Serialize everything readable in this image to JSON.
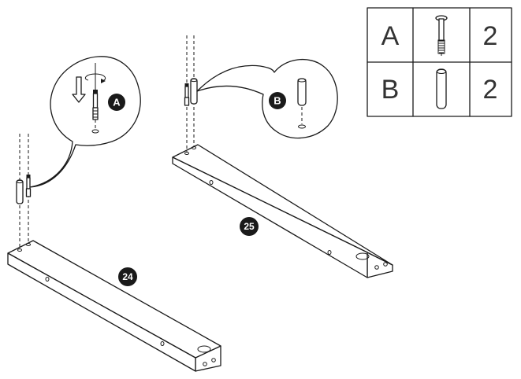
{
  "parts_table": {
    "rows": [
      {
        "letter": "A",
        "icon": "cam-bolt-icon",
        "quantity": "2"
      },
      {
        "letter": "B",
        "icon": "wooden-dowel-icon",
        "quantity": "2"
      }
    ]
  },
  "callouts": {
    "a": {
      "label": "A"
    },
    "b": {
      "label": "B"
    }
  },
  "parts": {
    "rail_24": {
      "number": "24"
    },
    "rail_25": {
      "number": "25"
    }
  }
}
